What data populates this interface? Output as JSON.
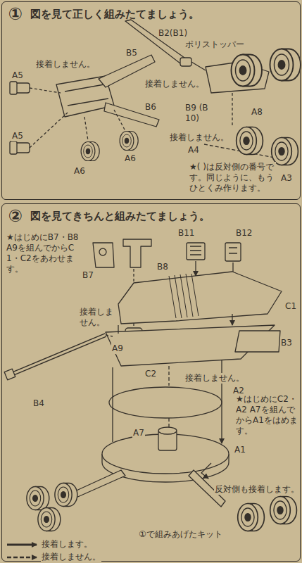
{
  "diagram": {
    "nodes": [
      {
        "text": [
          "図を見て正しく組みたてましょう。"
        ]
      },
      {
        "text": [
          "①"
        ],
        "in": 0
      },
      {
        "text": [
          "図を見てきちんと組みたてましょう。"
        ]
      },
      {
        "text": [
          "②"
        ],
        "in": 2
      }
    ],
    "labels": [
      "B2(B1)",
      "ポリストッパー",
      "接着しません。",
      "B5",
      "A5",
      "A5",
      "B6",
      "接着しません。",
      "B9 (B10)",
      "A8",
      "接着しません。",
      "A4",
      "A6",
      "A6",
      "A3",
      "★( )は反対側の番号です。同じように、もうひとくみ作ります。",
      "★はじめにB7・B8 A9を組んでからC1・C2をあわせます。",
      "B11",
      "B12",
      "B7",
      "B8",
      "C1",
      "接着しません。",
      "B3",
      "A9",
      "C2",
      "B4",
      "接着しません。",
      "A2",
      "★はじめにC2・A2 A7を組んでからA1をはめます。",
      "A1",
      "A7",
      "反対側も接着します。",
      "①で組みあげたキット"
    ],
    "legend": [
      {
        "text": "接着します。"
      },
      {
        "text": "接着しません。"
      }
    ]
  }
}
